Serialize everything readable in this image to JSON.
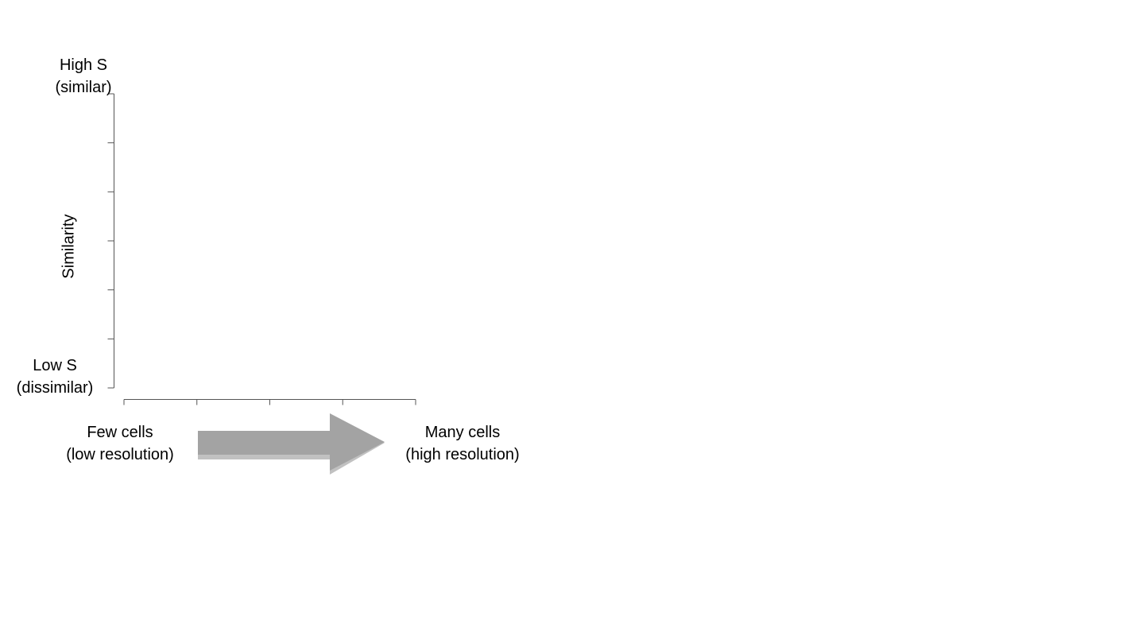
{
  "chart_data": {
    "type": "line",
    "title": "",
    "ylabel": "Similarity",
    "xlabel": "",
    "y_tick_labels": {
      "top": [
        "High S",
        "(similar)"
      ],
      "bottom": [
        "Low S",
        "(dissimilar)"
      ]
    },
    "x_tick_labels": {
      "left": [
        "Few cells",
        "(low resolution)"
      ],
      "right": [
        "Many cells",
        "(high resolution)"
      ]
    },
    "y_ticks": 7,
    "x_ticks": 5,
    "series": [],
    "grid": false,
    "legend": "none"
  },
  "colors": {
    "axis": "#555555",
    "arrow": "#a3a3a3",
    "arrow_shadow": "#8e8e8e"
  }
}
